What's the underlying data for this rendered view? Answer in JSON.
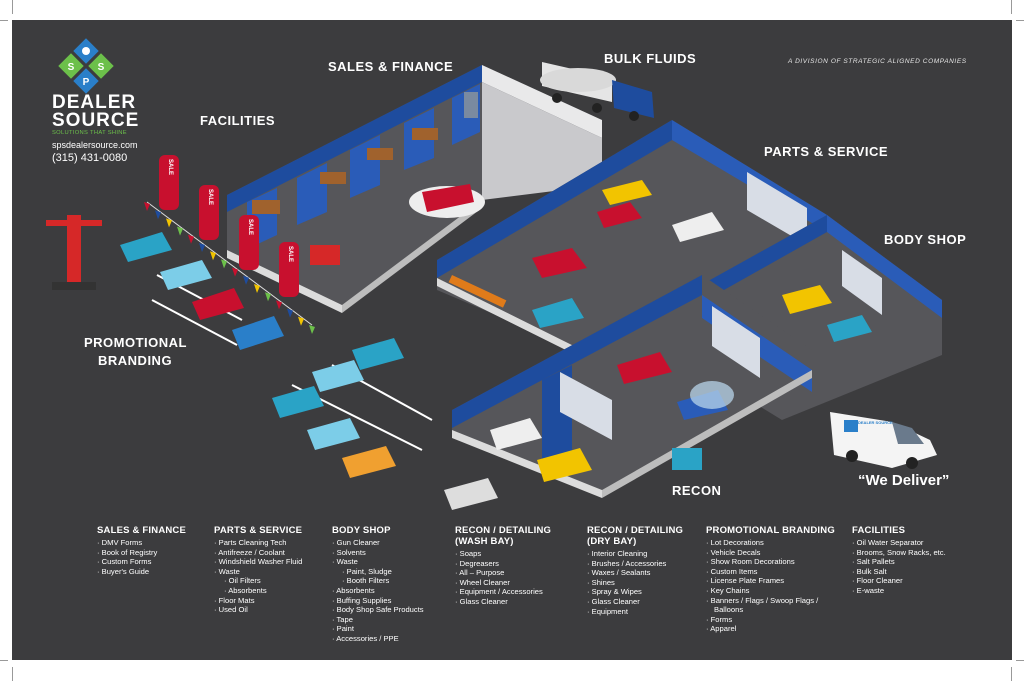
{
  "brand": {
    "logo_letters": [
      "S",
      "S",
      "P"
    ],
    "name_line1": "DEALER",
    "name_line2": "SOURCE",
    "tagline": "SOLUTIONS THAT SHINE",
    "website": "spsdealersource.com",
    "phone": "(315) 431-0080"
  },
  "division_text": "A DIVISION OF STRATEGIC ALIGNED COMPANIES",
  "areas": {
    "sales_finance": "SALES & FINANCE",
    "bulk_fluids": "BULK FLUIDS",
    "facilities": "FACILITIES",
    "parts_service": "PARTS & SERVICE",
    "body_shop": "BODY SHOP",
    "promotional_line1": "PROMOTIONAL",
    "promotional_line2": "BRANDING",
    "recon": "RECON"
  },
  "sale_flag_text": "SALE",
  "van_logo_text": "DEALER SOURCE",
  "we_deliver": "“We Deliver”",
  "colors": {
    "background": "#3c3c3e",
    "wall_blue": "#1e4c9e",
    "floor_gray": "#56565a",
    "brand_green": "#6cc04a",
    "brand_blue": "#2a7fc9",
    "flag_red": "#c8102e"
  },
  "lists": {
    "sales_finance": {
      "title": "SALES & FINANCE",
      "items": [
        "· DMV Forms",
        "· Book of Registry",
        "· Custom Forms",
        "· Buyer's Guide"
      ]
    },
    "parts_service": {
      "title": "PARTS & SERVICE",
      "items": [
        "· Parts Cleaning Tech",
        "· Antifreeze / Coolant",
        "· Windshield Washer Fluid",
        "· Waste"
      ],
      "sub_items": [
        "· Oil Filters",
        "· Absorbents"
      ],
      "items_after": [
        "· Floor Mats",
        "· Used Oil"
      ]
    },
    "body_shop": {
      "title": "BODY SHOP",
      "items": [
        "· Gun Cleaner",
        "· Solvents",
        "· Waste"
      ],
      "sub_items": [
        "· Paint, Sludge",
        "· Booth Filters"
      ],
      "items_after": [
        "· Absorbents",
        "· Buffing Supplies",
        "· Body Shop Safe Products",
        "· Tape",
        "· Paint",
        "· Accessories / PPE"
      ]
    },
    "recon_wash": {
      "title_line1": "RECON / DETAILING",
      "title_line2": "(WASH BAY)",
      "items": [
        "· Soaps",
        "· Degreasers",
        "· All – Purpose",
        "· Wheel Cleaner",
        "· Equipment / Accessories",
        "· Glass Cleaner"
      ]
    },
    "recon_dry": {
      "title_line1": "RECON / DETAILING",
      "title_line2": "(DRY BAY)",
      "items": [
        "· Interior Cleaning",
        "· Brushes / Accessories",
        "· Waxes / Sealants",
        "· Shines",
        "· Spray & Wipes",
        "· Glass Cleaner",
        "· Equipment"
      ]
    },
    "promotional": {
      "title": "PROMOTIONAL BRANDING",
      "items": [
        "· Lot Decorations",
        "· Vehicle Decals",
        "· Show Room Decorations",
        "· Custom Items",
        "· License Plate Frames",
        "· Key Chains",
        "· Banners / Flags / Swoop Flags /"
      ],
      "continuation": "Balloons",
      "items_after": [
        "· Forms",
        "· Apparel"
      ]
    },
    "facilities": {
      "title": "FACILITIES",
      "items": [
        "· Oil Water Separator",
        "· Brooms, Snow Racks, etc.",
        "· Salt Pallets",
        "· Bulk Salt",
        "· Floor Cleaner",
        "· E-waste"
      ]
    }
  }
}
